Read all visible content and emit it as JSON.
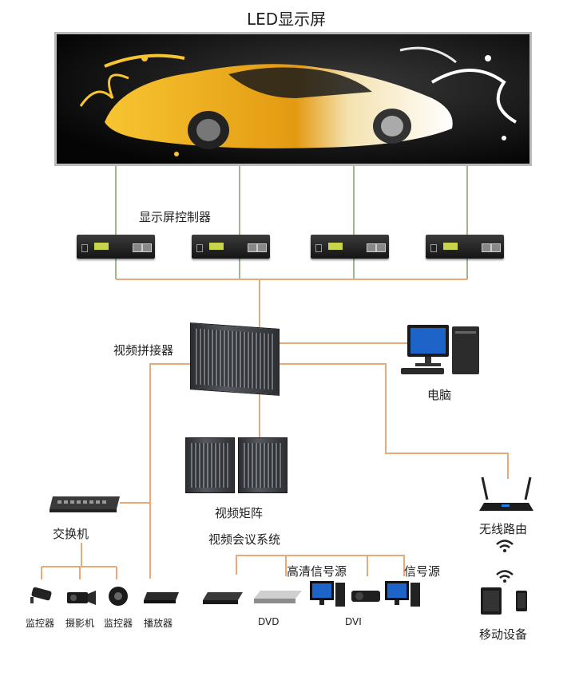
{
  "title": "LED显示屏",
  "labels": {
    "controller": "显示屏控制器",
    "splicer": "视频拼接器",
    "computer": "电脑",
    "matrix": "视频矩阵",
    "conference": "视频会议系统",
    "switch": "交换机",
    "router": "无线路由",
    "mobile": "移动设备",
    "hd_source": "高清信号源",
    "signal_source": "信号源",
    "monitor1": "监控器",
    "camera": "摄影机",
    "monitor2": "监控器",
    "player": "播放器",
    "dvd": "DVD",
    "dvi": "DVI"
  },
  "colors": {
    "wire_orange": "#e8a97a",
    "wire_green": "#9eb98d",
    "car_yellow": "#f2b21b"
  },
  "icons": {
    "screen": "led-screen-car-image",
    "controller": "controller-box-icon",
    "splicer": "video-splicer-rack-icon",
    "computer": "desktop-computer-icon",
    "matrix": "video-matrix-icon",
    "switch": "network-switch-icon",
    "router": "wifi-router-icon",
    "wifi": "wifi-icon",
    "mobile": "tablet-phone-icon"
  }
}
